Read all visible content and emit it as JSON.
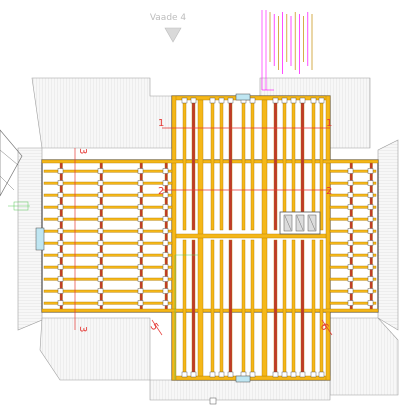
{
  "drawing": {
    "view_label": "Vaade 4",
    "grid_labels": {
      "g1_top": "1",
      "g1_bottom": "1",
      "g2_left": "2",
      "g2_right": "2",
      "g3_top": "3",
      "g3_bottom": "3",
      "g5_left": "5",
      "g6_right": "6"
    },
    "colors": {
      "beam": "#f5b718",
      "beam_edge": "#b07a00",
      "joist_dark": "#c0392b",
      "roof": "#e6e6e6",
      "wall": "#4a4a4a",
      "grid": "#e53935",
      "accent_pink": "#ff00ff",
      "accent_green": "#5cc95c"
    }
  }
}
